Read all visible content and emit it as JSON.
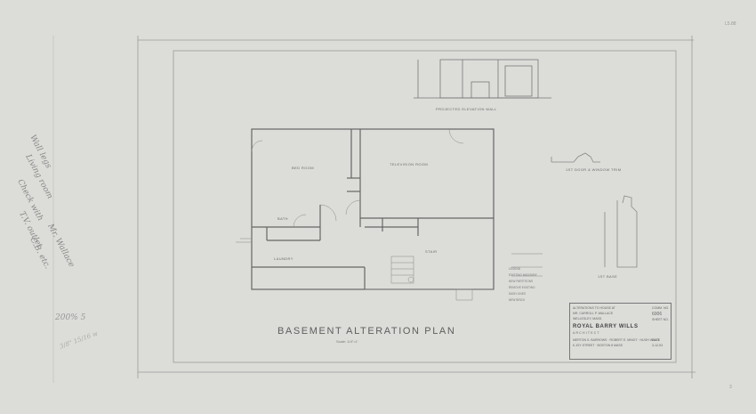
{
  "sheet": {
    "corner_number": "L5.88",
    "page_mark": "3"
  },
  "plan": {
    "title": "BASEMENT ALTERATION PLAN",
    "scale": "Scale: 1/4\"=1'",
    "rooms": {
      "bedroom": "BED ROOM",
      "television_room": "TELEVISION ROOM",
      "bath": "BATH",
      "laundry": "LAUNDRY",
      "stair": "STAIR"
    }
  },
  "details": {
    "elevation_title": "PROJECTED ELEVATION WALL",
    "door_trim_title": "1ST DOOR & WINDOW TRIM",
    "base_title": "1ST BASE"
  },
  "title_block": {
    "project": "ALTERATIONS TO HOUSE AT",
    "client": "MR. CARROLL P. WALLACE",
    "location": "WELLESLEY, MASS.",
    "comm_label": "COMM. NO.",
    "comm_no": "6006",
    "sheet_label": "SHEET NO.",
    "firm": "ROYAL BARRY WILLS",
    "architect": "ARCHITECT",
    "partners": "MERTON S. BARROWS · ROBERT E. MINOT · HUGH WILLS",
    "address": "6 JOY STREET · BOSTON 8 MASS",
    "date_label": "DATE",
    "date": "3-12-53"
  },
  "legend": {
    "heading": "LEGEND",
    "items": [
      "EXISTING MASONRY",
      "NEW PARTITIONS",
      "REMOVE EXISTING",
      "DASH LINES",
      "NEW BRICK"
    ]
  },
  "notes": {
    "handwritten": [
      "Wall legs",
      "Living room",
      "Check with",
      "Mr. Wallace",
      "T.V. outlet",
      "C.B. etc."
    ],
    "pencil_mark": "200% 5",
    "bottom_scrawl": "3/8\" 15/16 w"
  }
}
